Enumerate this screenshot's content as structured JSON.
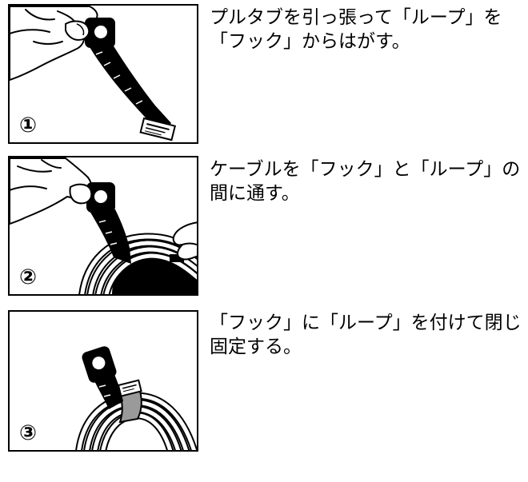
{
  "colors": {
    "ink": "#000000",
    "paper": "#ffffff",
    "cable_fill": "#ffffff",
    "strap_gray": "#9a9a9a"
  },
  "steps": [
    {
      "number": "①",
      "lines": [
        "プルタブを引っ張って「ループ」を",
        "「フック」からはがす。"
      ]
    },
    {
      "number": "②",
      "lines": [
        "ケーブルを「フック」と「ループ」の",
        "間に通す。"
      ]
    },
    {
      "number": "③",
      "lines": [
        "「フック」に「ループ」を付けて閉じ",
        "固定する。"
      ]
    }
  ]
}
